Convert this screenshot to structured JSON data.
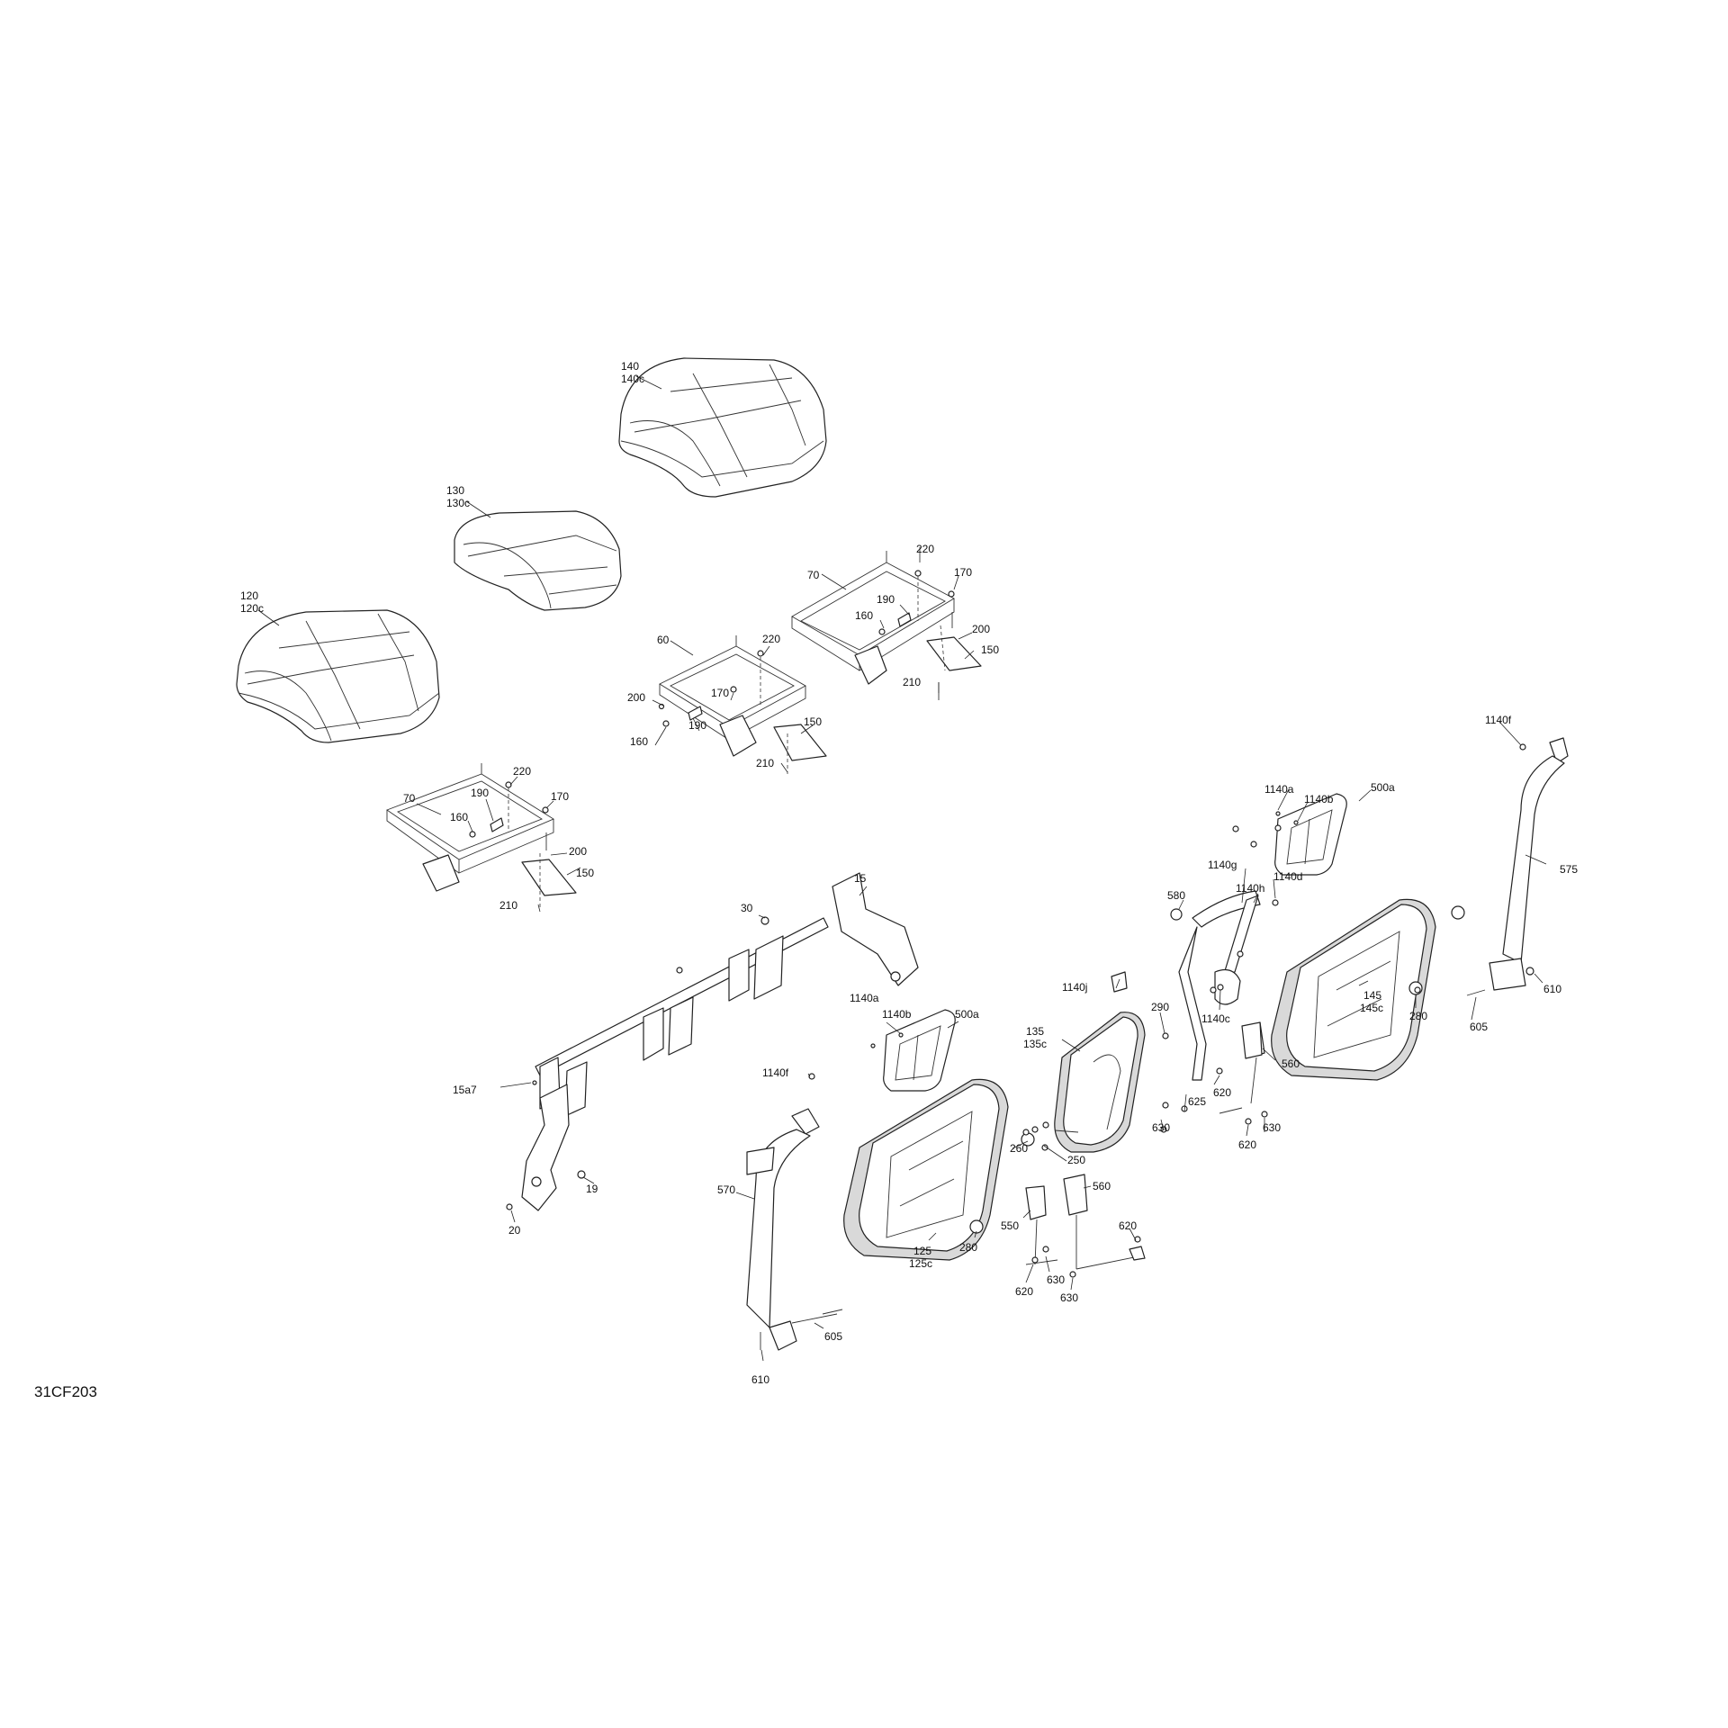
{
  "diagram_id": "31CF203",
  "labels": {
    "l140": "140",
    "l140c": "140c",
    "l130": "130",
    "l130c": "130c",
    "l120": "120",
    "l120c": "120c",
    "r_220": "220",
    "r_70": "70",
    "r_170": "170",
    "r_190": "190",
    "r_160": "160",
    "r_200": "200",
    "r_150": "150",
    "r_210": "210",
    "m_220": "220",
    "m_60": "60",
    "m_200": "200",
    "m_170": "170",
    "m_190": "190",
    "m_160": "160",
    "m_150": "150",
    "m_210": "210",
    "f_220": "220",
    "f_70": "70",
    "f_170": "170",
    "f_190": "190",
    "f_160": "160",
    "f_200": "200",
    "f_150": "150",
    "f_210": "210",
    "s_15": "15",
    "s_30": "30",
    "s_15a7": "15a7",
    "s_19": "19",
    "s_20": "20",
    "a_1140a": "1140a",
    "a_1140b": "1140b",
    "a_500a": "500a",
    "a_1140f": "1140f",
    "a_570": "570",
    "a_605": "605",
    "a_610": "610",
    "a_260": "260",
    "a_280": "280",
    "a_125": "125",
    "a_125c": "125c",
    "a_550": "550",
    "a_560": "560",
    "a_630a": "630",
    "a_620a": "620",
    "a_620b": "620",
    "a_630b": "630",
    "a_250": "250",
    "b_1140j": "1140j",
    "b_290": "290",
    "b_135": "135",
    "b_135c": "135c",
    "c_1140g": "1140g",
    "c_1140h": "1140h",
    "c_1140a": "1140a",
    "c_1140b": "1140b",
    "c_500a": "500a",
    "c_1140d": "1140d",
    "c_580": "580",
    "c_1140c": "1140c",
    "c_560": "560",
    "c_620a": "620",
    "c_625": "625",
    "c_630a": "630",
    "c_620b": "620",
    "c_630b": "630",
    "c_145": "145",
    "c_145c": "145c",
    "c_280": "280",
    "d_1140f": "1140f",
    "d_575": "575",
    "d_610": "610",
    "d_605": "605"
  }
}
